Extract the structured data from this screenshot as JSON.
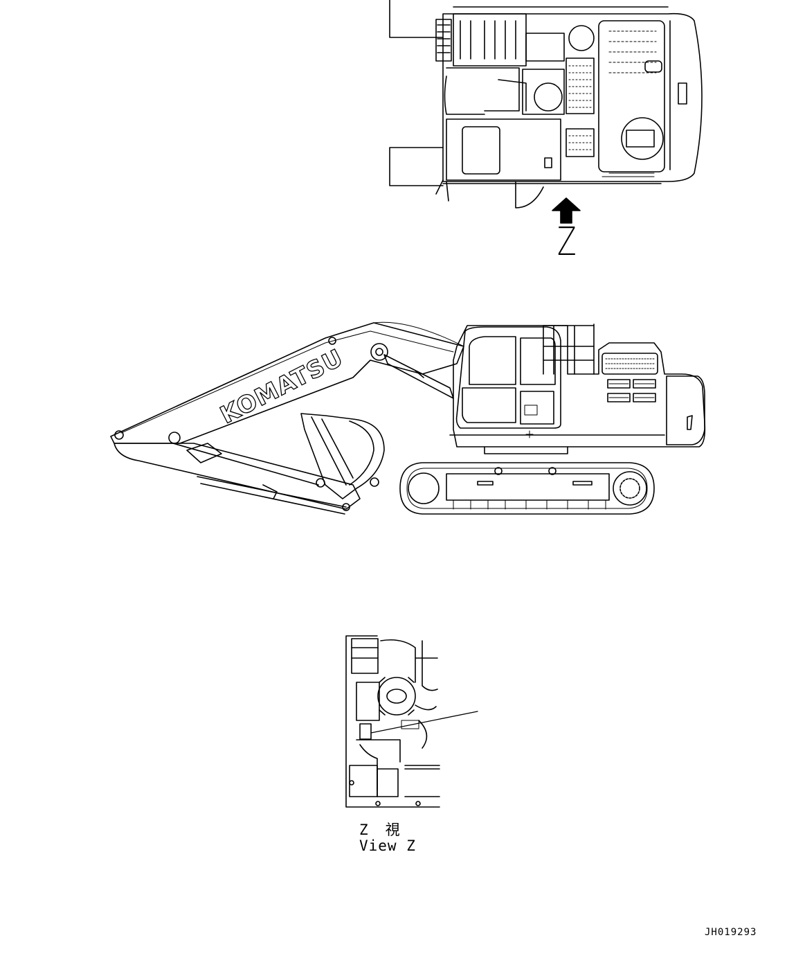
{
  "top_view": {
    "arrow_letter": "Z"
  },
  "side_view": {
    "brand_text": "KOMATSU"
  },
  "detail_view": {
    "caption_jp": "Z　視",
    "caption_en": "View Z"
  },
  "drawing_id": "JH019293"
}
